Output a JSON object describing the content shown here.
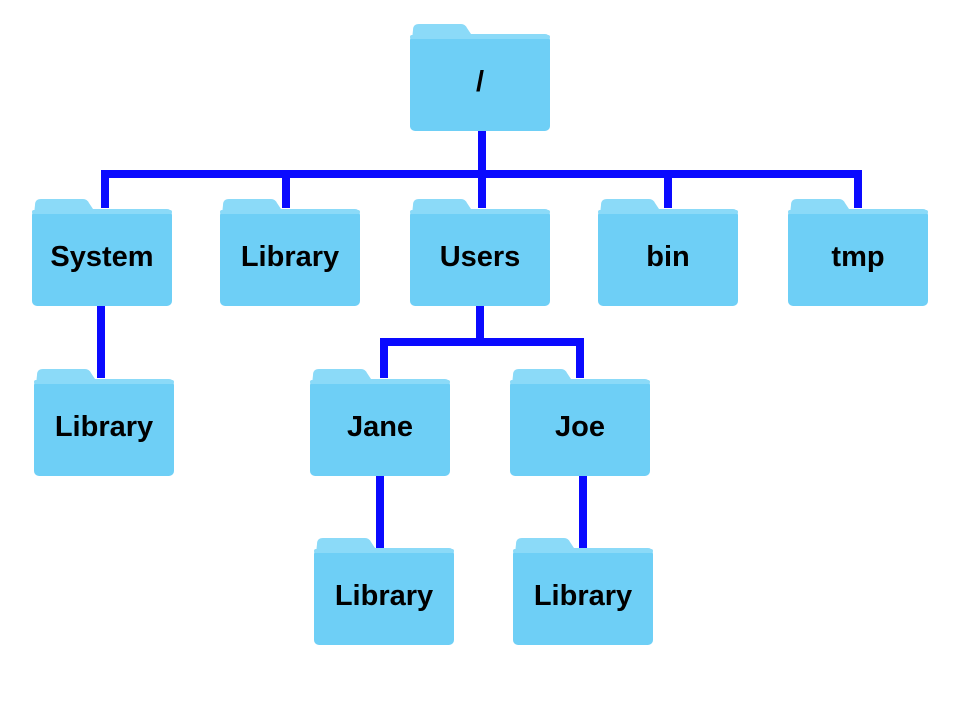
{
  "colors": {
    "folder_fill": "#6ecff6",
    "folder_tab": "#8bdaf8",
    "connector": "#0a0aff"
  },
  "icon": "folder-icon",
  "tree": {
    "root": {
      "label": "/"
    },
    "system": {
      "label": "System"
    },
    "system_library": {
      "label": "Library"
    },
    "library": {
      "label": "Library"
    },
    "users": {
      "label": "Users"
    },
    "jane": {
      "label": "Jane"
    },
    "jane_library": {
      "label": "Library"
    },
    "joe": {
      "label": "Joe"
    },
    "joe_library": {
      "label": "Library"
    },
    "bin": {
      "label": "bin"
    },
    "tmp": {
      "label": "tmp"
    }
  }
}
